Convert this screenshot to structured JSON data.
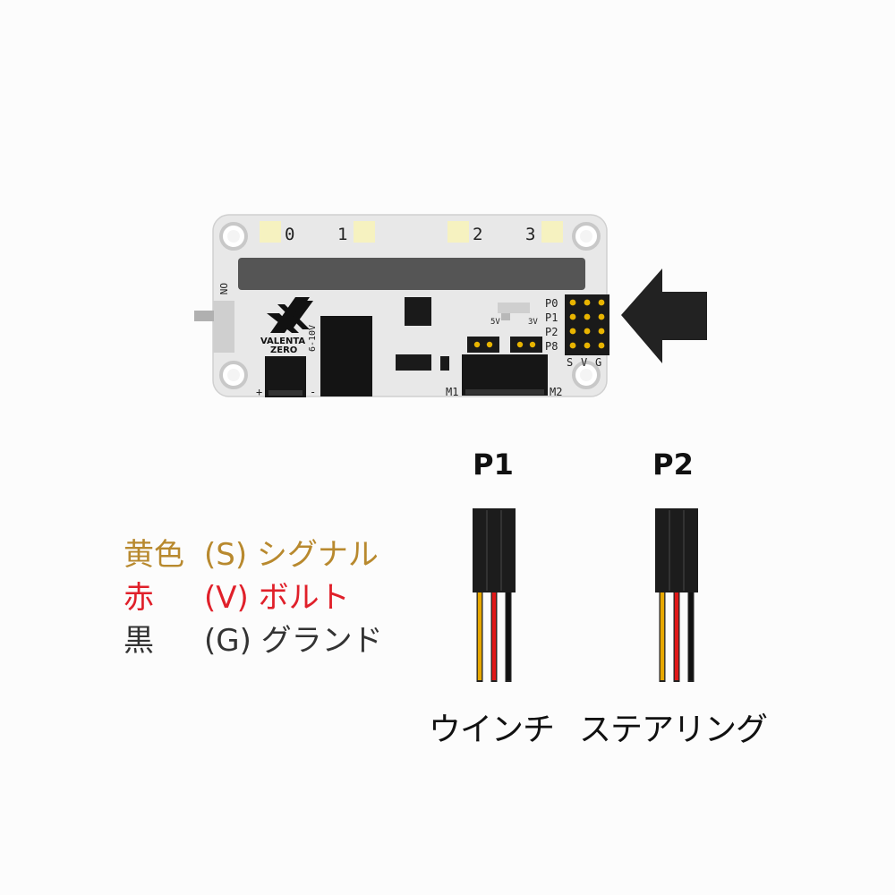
{
  "board": {
    "led_labels": [
      "0",
      "1",
      "2",
      "3"
    ],
    "switch_label": "ON",
    "logo_line1": "VALENTA",
    "logo_line2": "ZERO",
    "power_label": "6-10V",
    "plus_label": "+",
    "minus_label": "-",
    "voltage_5v": "5V",
    "voltage_3v": "3V",
    "pin_rows": [
      "P0",
      "P1",
      "P2",
      "P8"
    ],
    "pin_cols": [
      "S",
      "V",
      "G"
    ],
    "motor_left": "M1",
    "motor_right": "M2"
  },
  "legend": [
    {
      "key": "黄色",
      "value": "(S) シグナル",
      "color": "#b8892e"
    },
    {
      "key": "赤",
      "value": "(V) ボルト",
      "color": "#e0202a"
    },
    {
      "key": "黒",
      "value": "(G) グランド",
      "color": "#333333"
    }
  ],
  "connectors": [
    {
      "port": "P1",
      "label": "ウインチ"
    },
    {
      "port": "P2",
      "label": "ステアリング"
    }
  ],
  "colors": {
    "pcb": "#e8e8e8",
    "led": "#f6f2c0",
    "wire_signal": "#e8a800",
    "wire_volt": "#e01818",
    "wire_ground": "#111111",
    "pin_gold": "#e8b400"
  }
}
